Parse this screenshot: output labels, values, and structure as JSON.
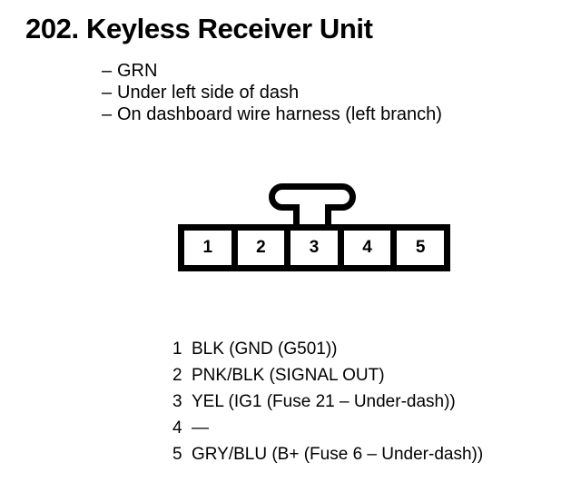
{
  "header": {
    "number": "202.",
    "title": "Keyless Receiver Unit"
  },
  "notes": [
    {
      "dash": "–",
      "text": "GRN"
    },
    {
      "dash": "–",
      "text": "Under left side of dash"
    },
    {
      "dash": "–",
      "text": "On dashboard wire harness (left branch)"
    }
  ],
  "connector": {
    "cavities": [
      {
        "number": "1"
      },
      {
        "number": "2"
      },
      {
        "number": "3"
      },
      {
        "number": "4"
      },
      {
        "number": "5"
      }
    ]
  },
  "pin_legend": [
    {
      "number": "1",
      "description": "BLK (GND (G501))"
    },
    {
      "number": "2",
      "description": "PNK/BLK  (SIGNAL OUT)"
    },
    {
      "number": "3",
      "description": "YEL (IG1 (Fuse 21 – Under-dash))"
    },
    {
      "number": "4",
      "description": "—"
    },
    {
      "number": "5",
      "description": "GRY/BLU (B+ (Fuse 6 – Under-dash))"
    }
  ],
  "colors": {
    "ink": "#000000",
    "paper": "#ffffff"
  }
}
